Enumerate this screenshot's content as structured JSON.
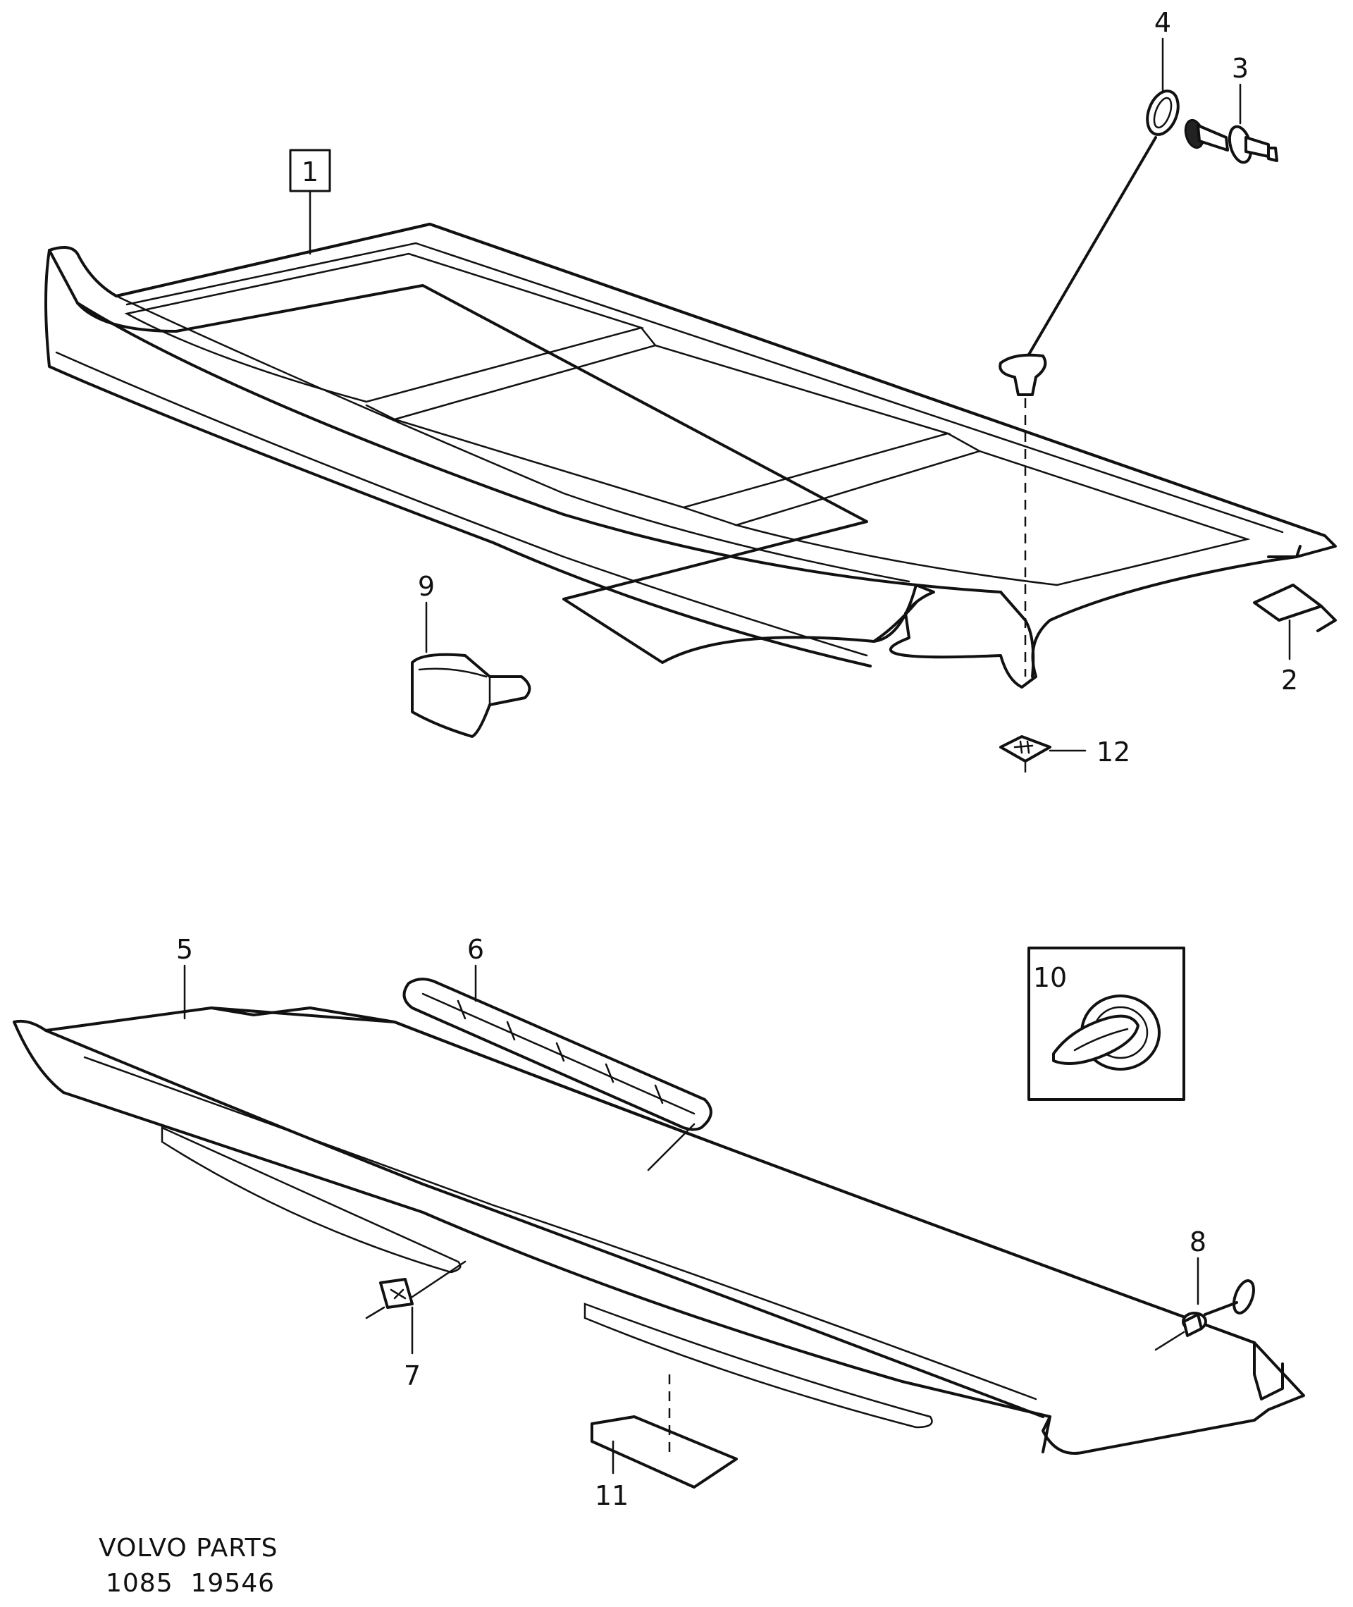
{
  "callouts": {
    "c1": "1",
    "c2": "2",
    "c3": "3",
    "c4": "4",
    "c5": "5",
    "c6": "6",
    "c7": "7",
    "c8": "8",
    "c9": "9",
    "c10": "10",
    "c11": "11",
    "c12": "12"
  },
  "footer": {
    "line1": "VOLVO PARTS",
    "line2": "1085  19546"
  }
}
